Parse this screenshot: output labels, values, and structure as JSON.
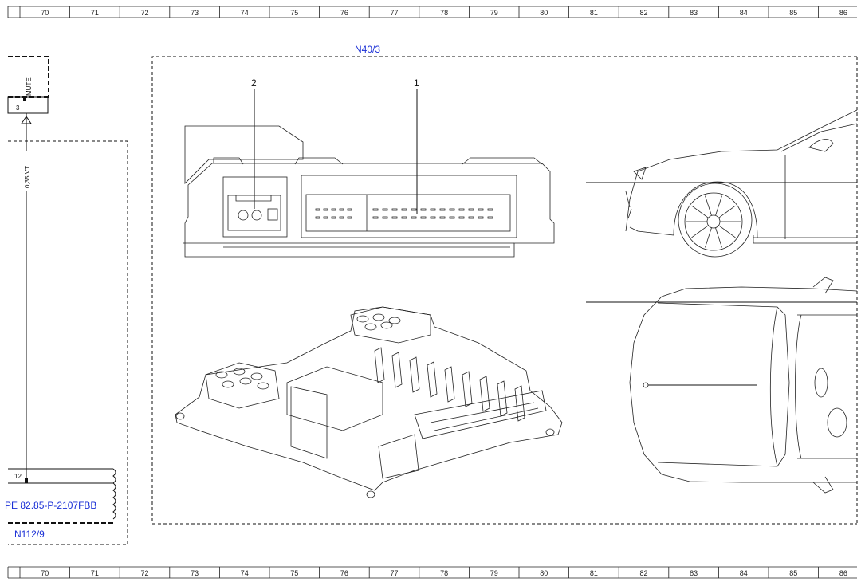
{
  "ruler": {
    "columns": [
      "70",
      "71",
      "72",
      "73",
      "74",
      "75",
      "76",
      "77",
      "78",
      "79",
      "80",
      "81",
      "82",
      "83",
      "84",
      "85",
      "86"
    ]
  },
  "components": {
    "main_label": "N40/3",
    "side_label": "N112/9",
    "part_ref": "PE 82.85-P-2107FBB"
  },
  "wiring": {
    "mute_label": "MUTE",
    "pin_top": "3",
    "pin_bottom": "12",
    "wire_spec": "0,35 VT"
  },
  "callouts": {
    "one": "1",
    "two": "2"
  }
}
